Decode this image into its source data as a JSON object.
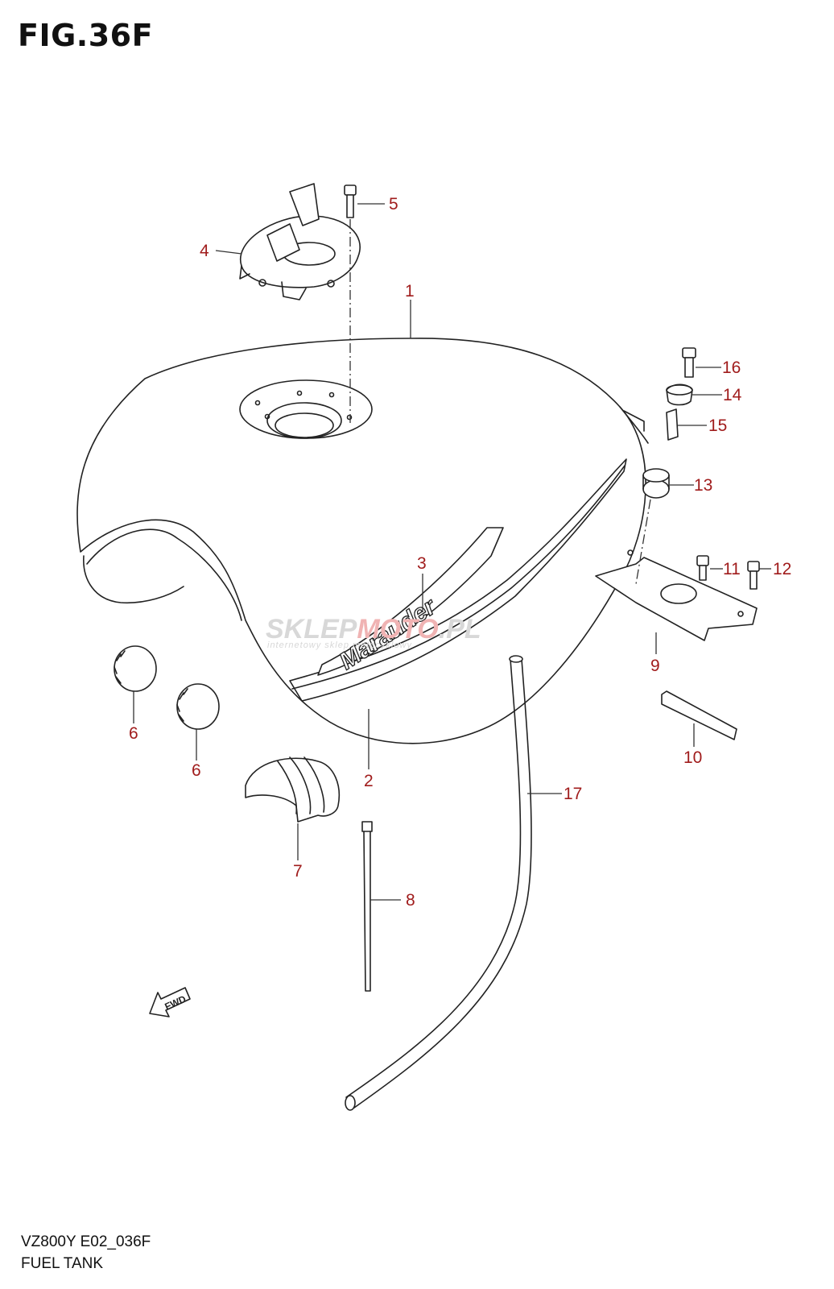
{
  "figure": {
    "title": "FIG.36F"
  },
  "callouts": [
    "1",
    "2",
    "3",
    "4",
    "5",
    "6",
    "6",
    "7",
    "8",
    "9",
    "10",
    "11",
    "12",
    "13",
    "14",
    "15",
    "16",
    "17"
  ],
  "logo_text": "Marauder",
  "fwd_label": "FWD",
  "watermark": {
    "brand_gray_left": "SKLEP",
    "brand_red": "MOTO",
    "brand_gray_right": ".PL",
    "tagline": "internetowy sklep motocyklowy"
  },
  "footer": {
    "code": "VZ800Y E02_036F",
    "name": "FUEL TANK"
  },
  "colors": {
    "callout": "#a01c1c",
    "ink": "#222222",
    "watermark_gray": "#d8d8d8",
    "watermark_red": "#f0b3b3"
  }
}
